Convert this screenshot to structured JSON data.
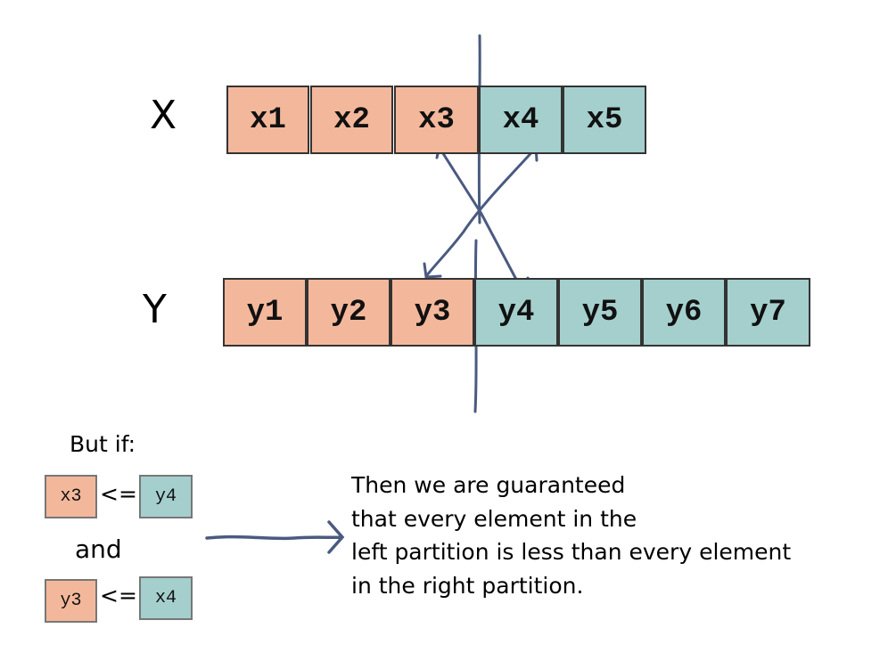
{
  "colors": {
    "left_partition": "#f3b89b",
    "right_partition": "#a4cfcd",
    "arrow": "#4a5a80"
  },
  "array_x": {
    "label": "X",
    "cells": [
      "x1",
      "x2",
      "x3",
      "x4",
      "x5"
    ]
  },
  "array_y": {
    "label": "Y",
    "cells": [
      "y1",
      "y2",
      "y3",
      "y4",
      "y5",
      "y6",
      "y7"
    ]
  },
  "condition": {
    "intro": "But if:",
    "first": {
      "left": "x3",
      "op": "<=",
      "right": "y4"
    },
    "conjunction": "and",
    "second": {
      "left": "y3",
      "op": "<=",
      "right": "x4"
    }
  },
  "conclusion": [
    "Then we are guaranteed",
    "that every element in the",
    "left partition is less than every element",
    "in the right partition."
  ]
}
